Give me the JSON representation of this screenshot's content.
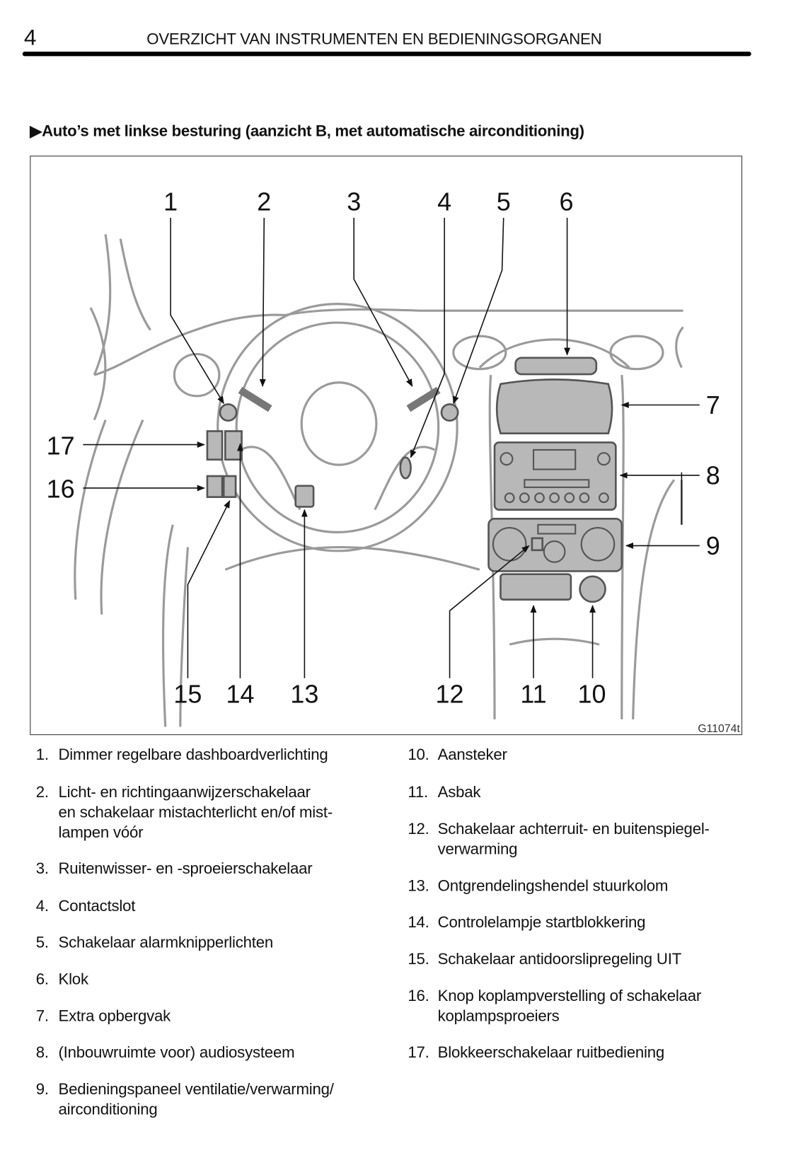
{
  "header": {
    "page_number": "4",
    "title": "OVERZICHT VAN INSTRUMENTEN EN BEDIENINGSORGANEN"
  },
  "subheading": {
    "marker": "▶",
    "text": "Auto’s met linkse besturing (aanzicht B, met automatische airconditioning)"
  },
  "figure": {
    "code": "G11074t",
    "callouts": [
      "1",
      "2",
      "3",
      "4",
      "5",
      "6",
      "7",
      "8",
      "9",
      "10",
      "11",
      "12",
      "13",
      "14",
      "15",
      "16",
      "17"
    ]
  },
  "legend": {
    "left": [
      {
        "num": "1.",
        "text": "Dimmer regelbare dashboardverlichting"
      },
      {
        "num": "2.",
        "text": "Licht- en richtingaanwijzerschakelaar\nen schakelaar mistachterlicht en/of mist-\nlampen vóór"
      },
      {
        "num": "3.",
        "text": "Ruitenwisser- en -sproeierschakelaar"
      },
      {
        "num": "4.",
        "text": "Contactslot"
      },
      {
        "num": "5.",
        "text": "Schakelaar alarmknipperlichten"
      },
      {
        "num": "6.",
        "text": "Klok"
      },
      {
        "num": "7.",
        "text": "Extra opbergvak"
      },
      {
        "num": "8.",
        "text": "(Inbouwruimte voor) audiosysteem"
      },
      {
        "num": "9.",
        "text": "Bedieningspaneel ventilatie/verwarming/\nairconditioning"
      }
    ],
    "right": [
      {
        "num": "10.",
        "text": "Aansteker"
      },
      {
        "num": "11.",
        "text": "Asbak"
      },
      {
        "num": "12.",
        "text": "Schakelaar achterruit- en buitenspiegel-\nverwarming"
      },
      {
        "num": "13.",
        "text": "Ontgrendelingshendel stuurkolom"
      },
      {
        "num": "14.",
        "text": "Controlelampje startblokkering"
      },
      {
        "num": "15.",
        "text": "Schakelaar antidoorslipregeling UIT"
      },
      {
        "num": "16.",
        "text": "Knop koplampverstelling of schakelaar\nkoplampsproeiers"
      },
      {
        "num": "17.",
        "text": "Blokkeerschakelaar ruitbediening"
      }
    ]
  }
}
